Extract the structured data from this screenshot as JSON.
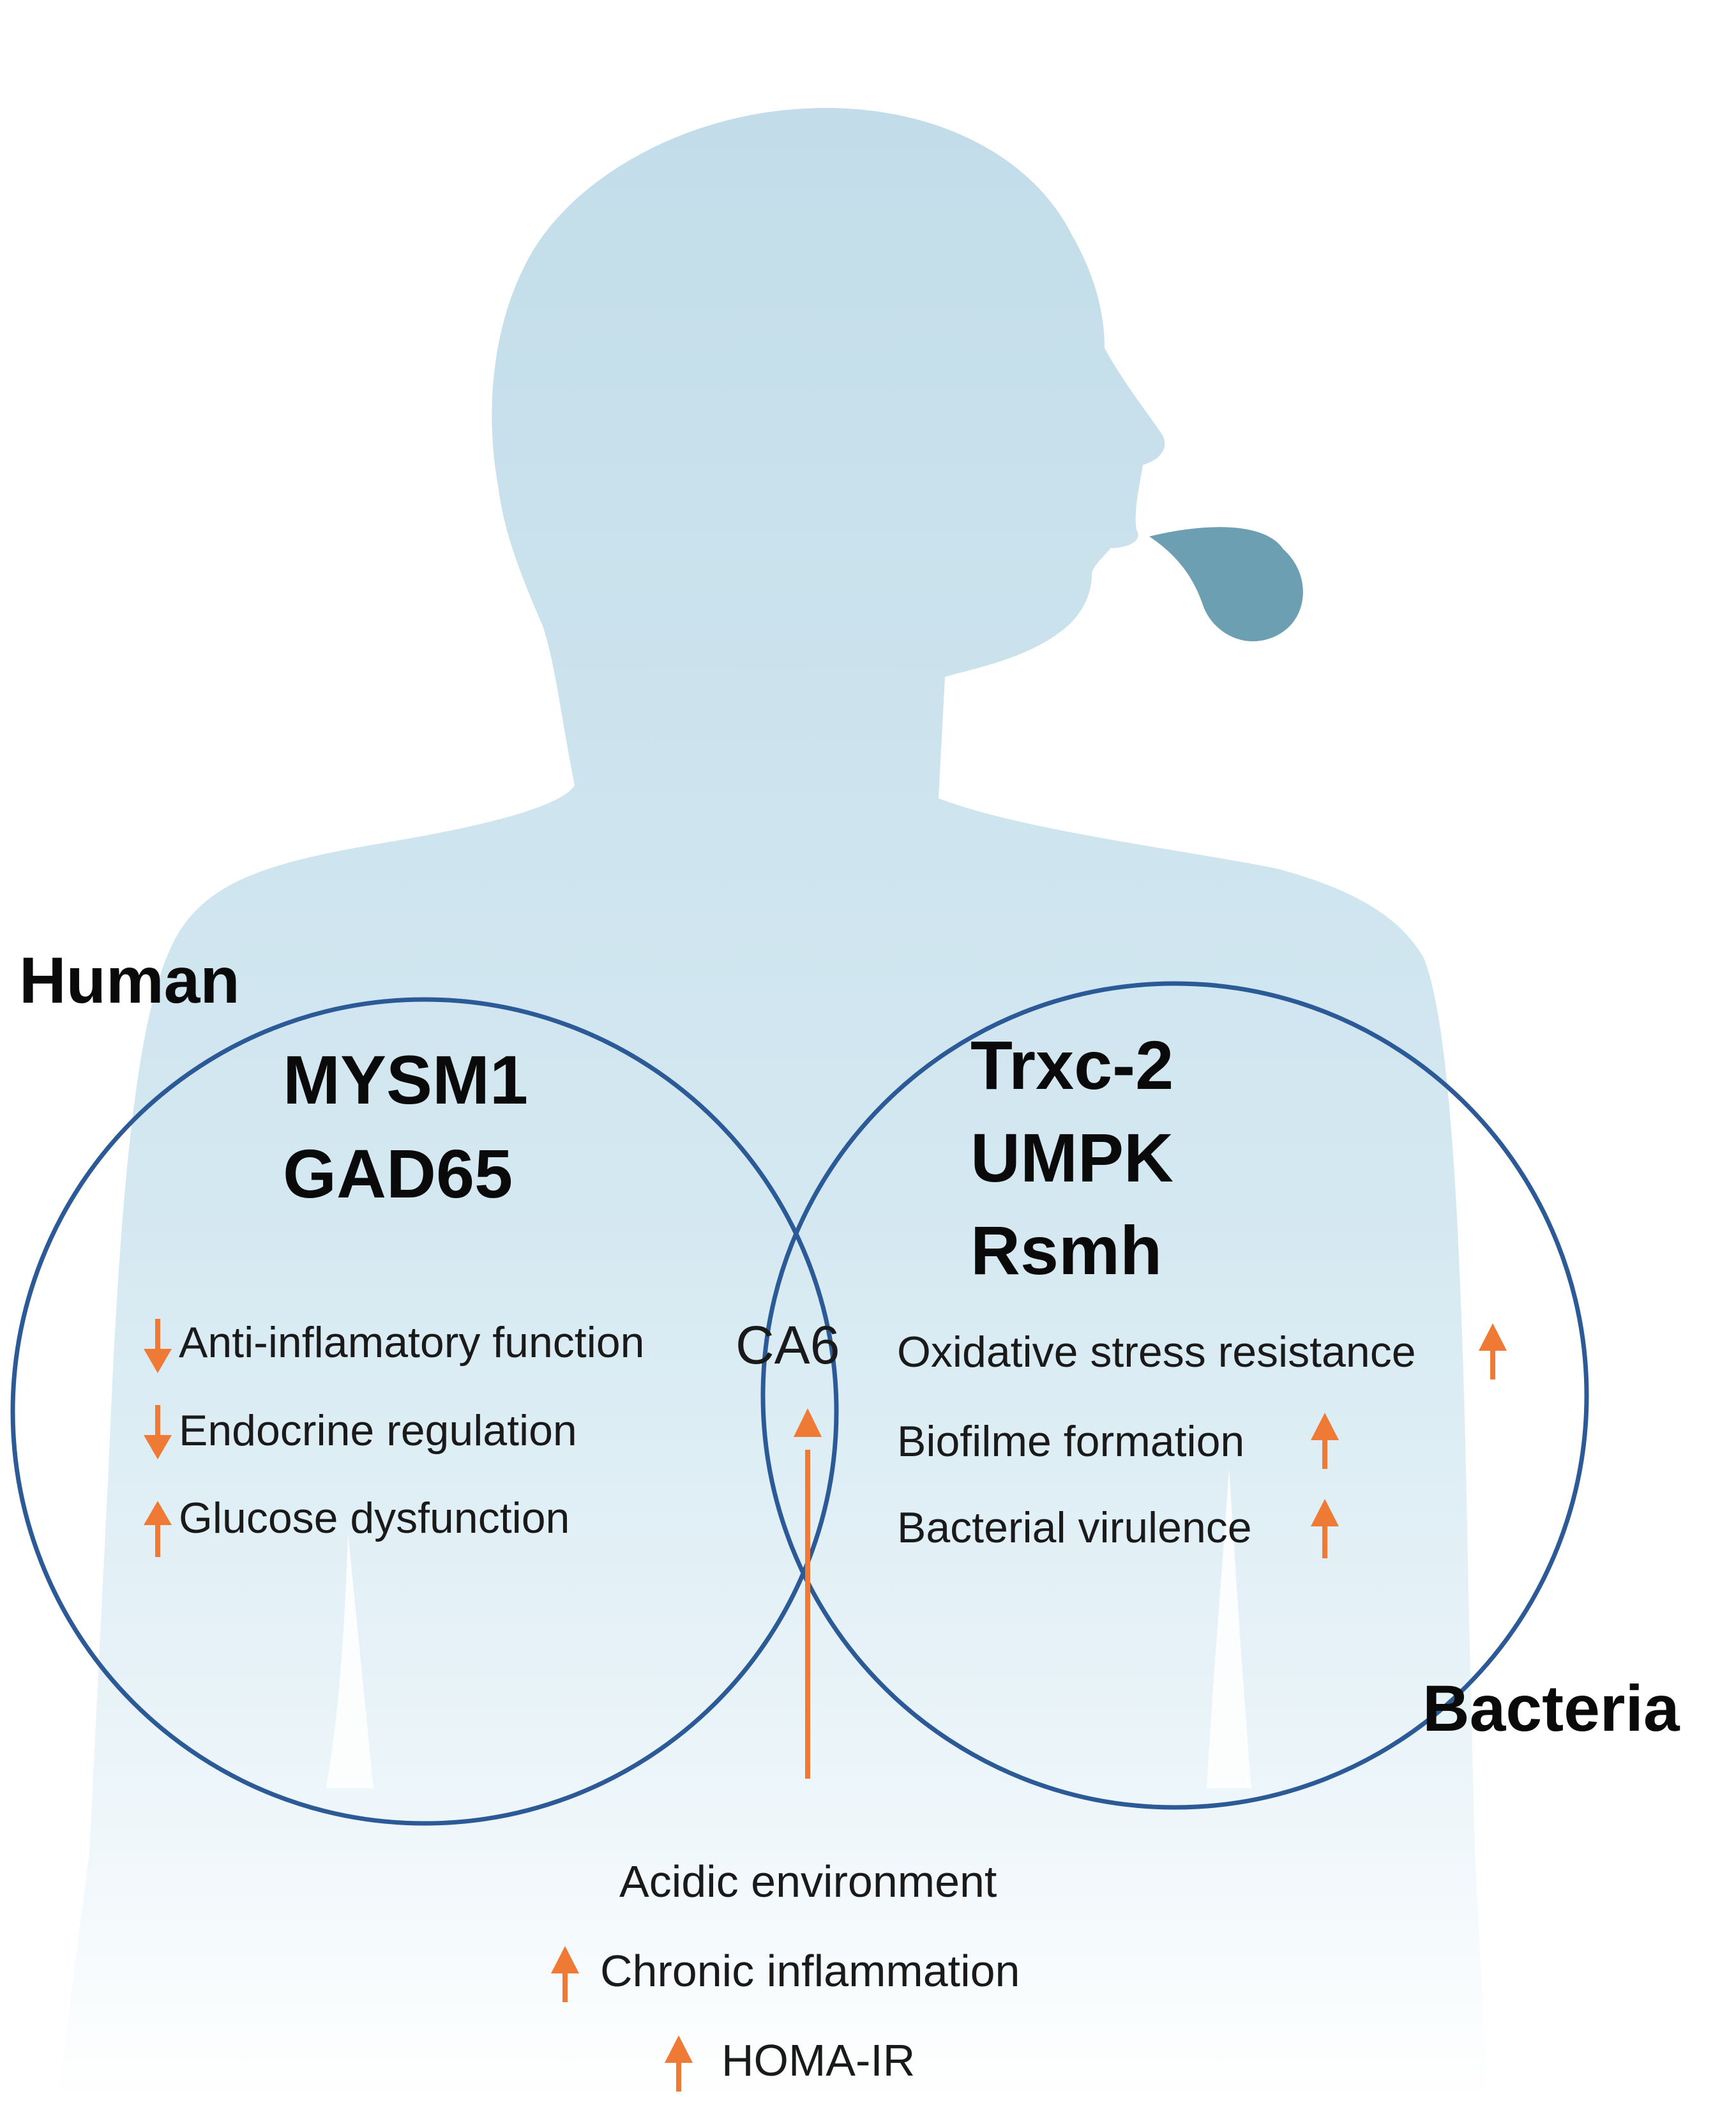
{
  "colors": {
    "silhouette_top": "#c2dde9",
    "silhouette_bottom": "#ffffff",
    "drop": "#6d9fb3",
    "circle_stroke": "#2b5a96",
    "arrow": "#ee7a35",
    "text": "#111111"
  },
  "human": {
    "title": "Human",
    "genes": [
      "MYSM1",
      "GAD65"
    ],
    "effects": [
      {
        "label": "Anti-inflamatory function",
        "direction": "down"
      },
      {
        "label": "Endocrine regulation",
        "direction": "down"
      },
      {
        "label": "Glucose dysfunction",
        "direction": "up"
      }
    ]
  },
  "bacteria": {
    "title": "Bacteria",
    "genes": [
      "Trxc-2",
      "UMPK",
      "Rsmh"
    ],
    "effects": [
      {
        "label": "Oxidative stress resistance",
        "direction": "up"
      },
      {
        "label": "Biofilme formation",
        "direction": "up"
      },
      {
        "label": "Bacterial virulence",
        "direction": "up"
      }
    ]
  },
  "intersection": {
    "label": "CA6"
  },
  "bottom": {
    "items": [
      {
        "label": "Acidic environment",
        "direction": "none"
      },
      {
        "label": "Chronic inflammation",
        "direction": "up"
      },
      {
        "label": "HOMA-IR",
        "direction": "up"
      }
    ]
  }
}
